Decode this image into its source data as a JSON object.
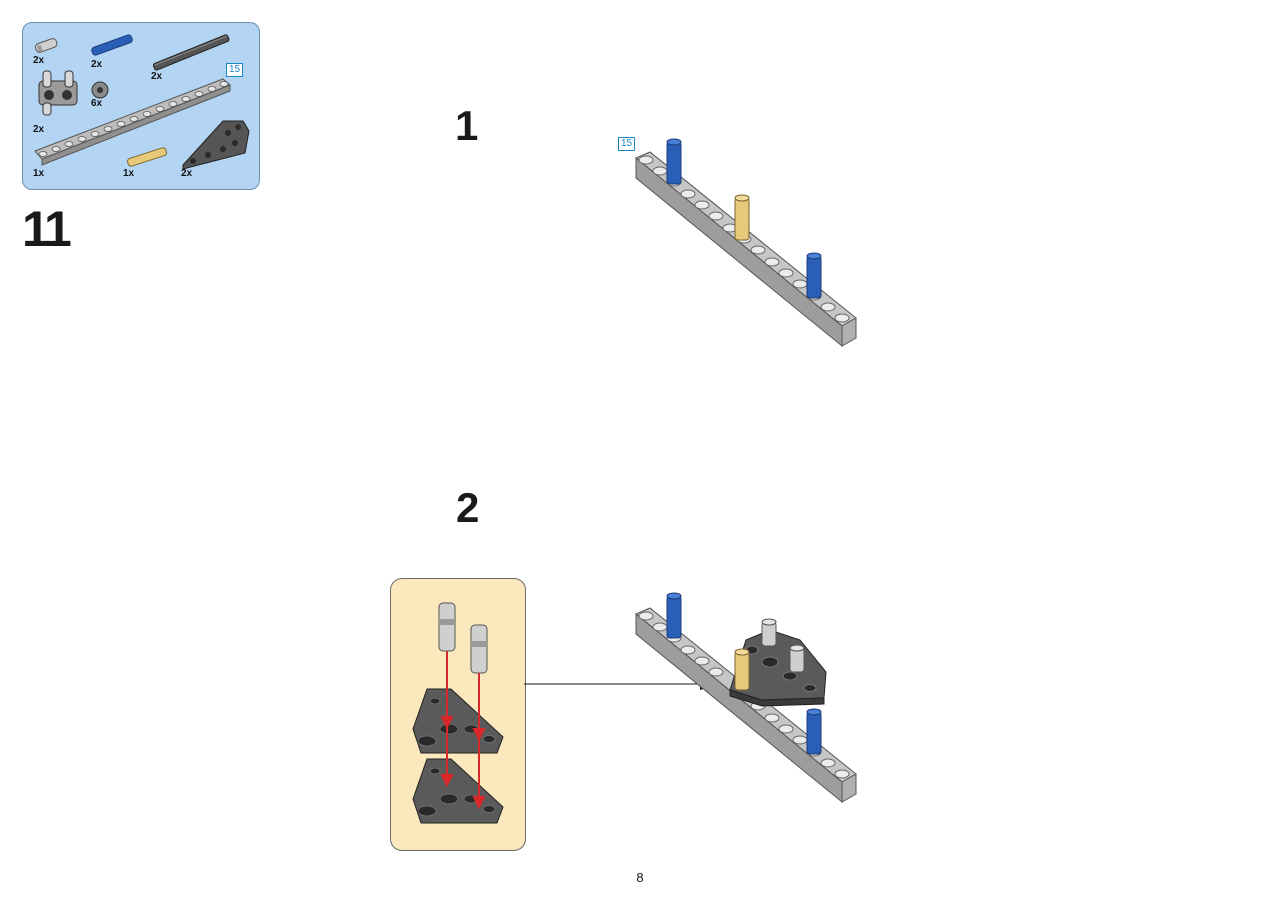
{
  "parts_list": {
    "background_color": "#b3d5f3",
    "length_badge": "15",
    "items": [
      {
        "name": "connector-pin-light-gray",
        "quantity": "2x"
      },
      {
        "name": "axle-pin-blue",
        "quantity": "2x"
      },
      {
        "name": "axle-dark-gray",
        "quantity": "2x"
      },
      {
        "name": "cross-block",
        "quantity": "2x"
      },
      {
        "name": "bush",
        "quantity": "6x"
      },
      {
        "name": "beam-15",
        "quantity": "1x"
      },
      {
        "name": "pin-tan",
        "quantity": "1x"
      },
      {
        "name": "triangle-beam",
        "quantity": "2x"
      }
    ]
  },
  "page_step": "11",
  "steps": [
    {
      "number": "1",
      "length_badge": "15"
    },
    {
      "number": "2"
    }
  ],
  "subassembly": {
    "background_color": "#fbe8bd",
    "arrow_color": "#d8282a"
  },
  "colors": {
    "beam_gray": "#c6c6c6",
    "dark_gray": "#5a5a5a",
    "blue": "#2a5fb8",
    "tan": "#e8c97a"
  },
  "page_number": "8"
}
